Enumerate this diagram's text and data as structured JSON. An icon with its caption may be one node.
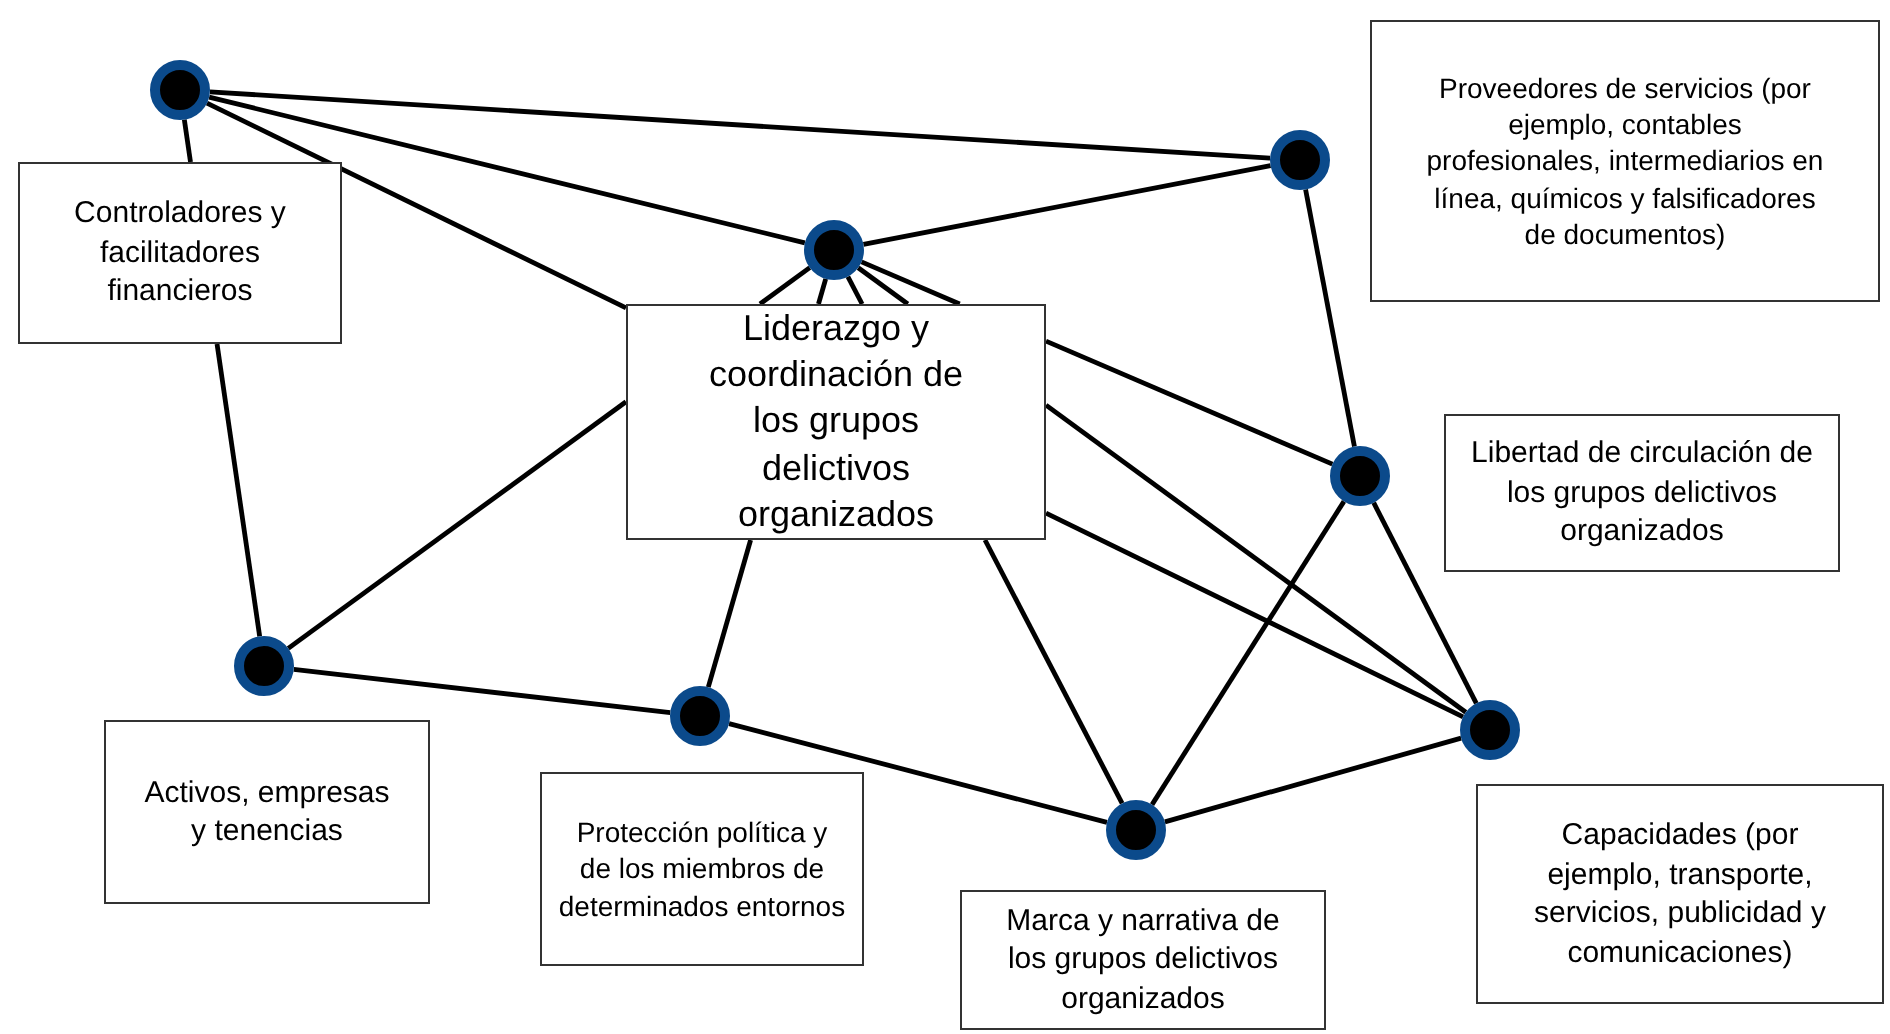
{
  "diagram": {
    "nodes": [
      {
        "text": [
          "Controladores y facilitadores financieros"
        ]
      },
      {
        "text": [
          "Proveedores de servicios (por ejemplo, contables profesionales, intermediarios en línea, químicos y falsificadores de documentos)"
        ]
      },
      {
        "text": [
          "Liderazgo y coordinación de los grupos delictivos organizados"
        ]
      },
      {
        "text": [
          "Libertad de circulación de los grupos delictivos organizados"
        ]
      },
      {
        "text": [
          "Activos, empresas y tenencias"
        ]
      },
      {
        "text": [
          "Protección política y de los miembros de determinados entornos"
        ]
      },
      {
        "text": [
          "Marca y narrativa de los grupos delictivos organizados"
        ]
      },
      {
        "text": [
          "Capacidades (por ejemplo, transporte, servicios, publicidad y comunicaciones)"
        ]
      },
      {
        "text": [],
        "shape": "circle"
      },
      {
        "text": [],
        "shape": "circle"
      },
      {
        "text": [],
        "shape": "circle"
      },
      {
        "text": [],
        "shape": "circle"
      },
      {
        "text": [],
        "shape": "circle"
      },
      {
        "text": [],
        "shape": "circle"
      },
      {
        "text": [],
        "shape": "circle"
      },
      {
        "text": [],
        "shape": "circle"
      }
    ],
    "edges": [
      {
        "from": 8,
        "to": 13,
        "arrow": "none"
      },
      {
        "from": 8,
        "to": 11,
        "arrow": "none"
      },
      {
        "from": 8,
        "to": 0,
        "arrow": "none"
      },
      {
        "from": 0,
        "to": 9,
        "arrow": "none"
      },
      {
        "from": 8,
        "to": 2,
        "arrow": "none"
      },
      {
        "from": 2,
        "to": 15,
        "arrow": "none"
      },
      {
        "from": 13,
        "to": 11,
        "arrow": "none"
      },
      {
        "from": 13,
        "to": 14,
        "arrow": "none"
      },
      {
        "from": 11,
        "to": 2,
        "arrow": "none"
      },
      {
        "from": 2,
        "to": 9,
        "arrow": "none"
      },
      {
        "from": 11,
        "to": 2,
        "arrow": "none"
      },
      {
        "from": 2,
        "to": 10,
        "arrow": "none"
      },
      {
        "from": 11,
        "to": 2,
        "arrow": "none"
      },
      {
        "from": 2,
        "to": 12,
        "arrow": "none"
      },
      {
        "from": 11,
        "to": 2,
        "arrow": "none"
      },
      {
        "from": 2,
        "to": 14,
        "arrow": "none"
      },
      {
        "from": 11,
        "to": 2,
        "arrow": "none"
      },
      {
        "from": 2,
        "to": 15,
        "arrow": "none"
      },
      {
        "from": 14,
        "to": 12,
        "arrow": "none"
      },
      {
        "from": 14,
        "to": 15,
        "arrow": "none"
      },
      {
        "from": 9,
        "to": 10,
        "arrow": "none"
      },
      {
        "from": 10,
        "to": 12,
        "arrow": "none"
      },
      {
        "from": 12,
        "to": 15,
        "arrow": "none"
      }
    ]
  }
}
